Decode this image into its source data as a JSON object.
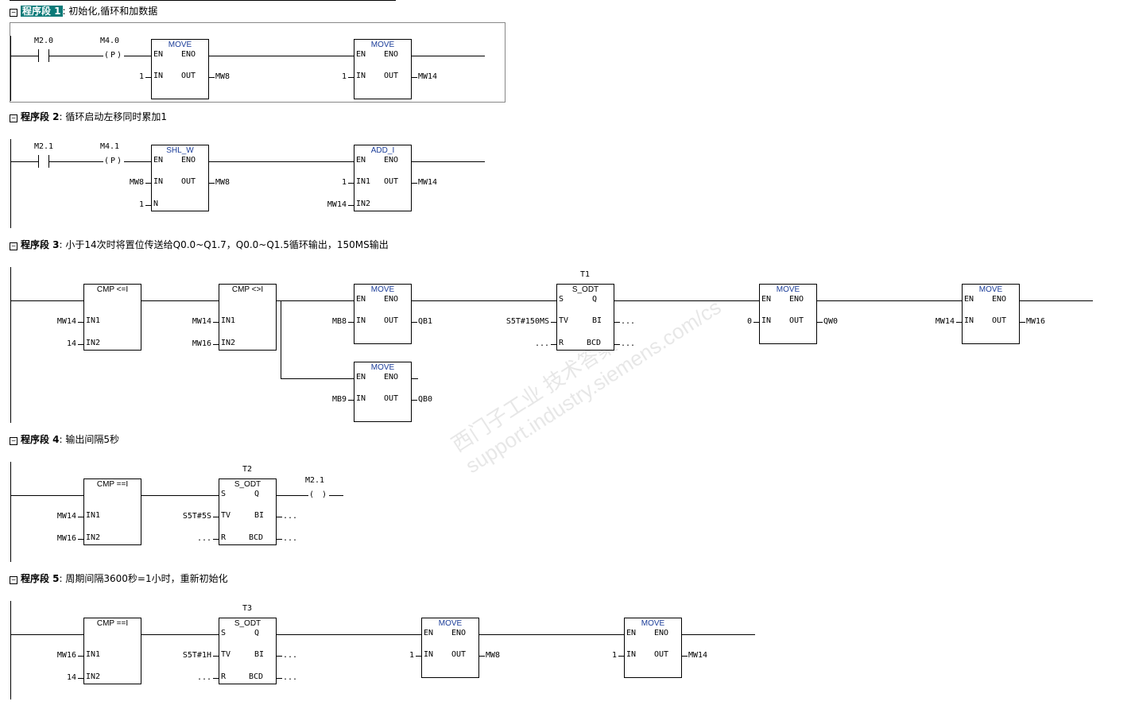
{
  "watermark": {
    "line1": "西门子工业 技术答案",
    "line2": "support.industry.siemens.com/cs"
  },
  "networks": [
    {
      "label": "程序段 1",
      "desc": ": 初始化,循环和加数据",
      "selected": true,
      "elements": [
        {
          "type": "contact",
          "addr": "M2.0"
        },
        {
          "type": "pcoil",
          "addr": "M4.0",
          "sym": "(P)"
        },
        {
          "type": "box",
          "title": "MOVE",
          "left": [
            {
              "pin": "EN",
              "ext": ""
            },
            {
              "pin": "IN",
              "ext": "1"
            }
          ],
          "right": [
            {
              "pin": "ENO",
              "ext": ""
            },
            {
              "pin": "OUT",
              "ext": "MW8"
            }
          ]
        },
        {
          "type": "box",
          "title": "MOVE",
          "left": [
            {
              "pin": "EN",
              "ext": ""
            },
            {
              "pin": "IN",
              "ext": "1"
            }
          ],
          "right": [
            {
              "pin": "ENO",
              "ext": ""
            },
            {
              "pin": "OUT",
              "ext": "MW14"
            }
          ]
        }
      ]
    },
    {
      "label": "程序段 2",
      "desc": ": 循环启动左移同时累加1",
      "selected": false,
      "elements": [
        {
          "type": "contact",
          "addr": "M2.1"
        },
        {
          "type": "pcoil",
          "addr": "M4.1",
          "sym": "(P)"
        },
        {
          "type": "box",
          "title": "SHL_W",
          "left": [
            {
              "pin": "EN",
              "ext": ""
            },
            {
              "pin": "IN",
              "ext": "MW8"
            },
            {
              "pin": "N",
              "ext": "1"
            }
          ],
          "right": [
            {
              "pin": "ENO",
              "ext": ""
            },
            {
              "pin": "OUT",
              "ext": "MW8"
            }
          ]
        },
        {
          "type": "box",
          "title": "ADD_I",
          "left": [
            {
              "pin": "EN",
              "ext": ""
            },
            {
              "pin": "IN1",
              "ext": "1"
            },
            {
              "pin": "IN2",
              "ext": "MW14"
            }
          ],
          "right": [
            {
              "pin": "ENO",
              "ext": ""
            },
            {
              "pin": "OUT",
              "ext": "MW14"
            }
          ]
        }
      ]
    },
    {
      "label": "程序段 3",
      "desc": ": 小于14次时将置位传送给Q0.0~Q1.7，Q0.0~Q1.5循环输出，150MS输出",
      "selected": false,
      "elements": [
        {
          "type": "box",
          "title": "CMP <=I",
          "left": [
            {
              "pin": "",
              "ext": ""
            },
            {
              "pin": "IN1",
              "ext": "MW14"
            },
            {
              "pin": "IN2",
              "ext": "14"
            }
          ],
          "right": []
        },
        {
          "type": "box",
          "title": "CMP <>I",
          "left": [
            {
              "pin": "",
              "ext": ""
            },
            {
              "pin": "IN1",
              "ext": "MW14"
            },
            {
              "pin": "IN2",
              "ext": "MW16"
            }
          ],
          "right": []
        },
        {
          "type": "box",
          "title": "MOVE",
          "left": [
            {
              "pin": "EN",
              "ext": ""
            },
            {
              "pin": "IN",
              "ext": "MB8"
            }
          ],
          "right": [
            {
              "pin": "ENO",
              "ext": ""
            },
            {
              "pin": "OUT",
              "ext": "QB1"
            }
          ]
        },
        {
          "type": "box",
          "title": "MOVE",
          "left": [
            {
              "pin": "EN",
              "ext": ""
            },
            {
              "pin": "IN",
              "ext": "MB9"
            }
          ],
          "right": [
            {
              "pin": "ENO",
              "ext": ""
            },
            {
              "pin": "OUT",
              "ext": "QB0"
            }
          ]
        },
        {
          "type": "box",
          "title": "S_ODT",
          "timer": "T1",
          "left": [
            {
              "pin": "S",
              "ext": ""
            },
            {
              "pin": "TV",
              "ext": "S5T#150MS"
            },
            {
              "pin": "R",
              "ext": "..."
            }
          ],
          "right": [
            {
              "pin": "Q",
              "ext": ""
            },
            {
              "pin": "BI",
              "ext": "..."
            },
            {
              "pin": "BCD",
              "ext": "..."
            }
          ]
        },
        {
          "type": "box",
          "title": "MOVE",
          "left": [
            {
              "pin": "EN",
              "ext": ""
            },
            {
              "pin": "IN",
              "ext": "0"
            }
          ],
          "right": [
            {
              "pin": "ENO",
              "ext": ""
            },
            {
              "pin": "OUT",
              "ext": "QW0"
            }
          ]
        },
        {
          "type": "box",
          "title": "MOVE",
          "left": [
            {
              "pin": "EN",
              "ext": ""
            },
            {
              "pin": "IN",
              "ext": "MW14"
            }
          ],
          "right": [
            {
              "pin": "ENO",
              "ext": ""
            },
            {
              "pin": "OUT",
              "ext": "MW16"
            }
          ]
        }
      ]
    },
    {
      "label": "程序段 4",
      "desc": ": 输出间隔5秒",
      "selected": false,
      "elements": [
        {
          "type": "box",
          "title": "CMP ==I",
          "left": [
            {
              "pin": "",
              "ext": ""
            },
            {
              "pin": "IN1",
              "ext": "MW14"
            },
            {
              "pin": "IN2",
              "ext": "MW16"
            }
          ],
          "right": []
        },
        {
          "type": "box",
          "title": "S_ODT",
          "timer": "T2",
          "left": [
            {
              "pin": "S",
              "ext": ""
            },
            {
              "pin": "TV",
              "ext": "S5T#5S"
            },
            {
              "pin": "R",
              "ext": "..."
            }
          ],
          "right": [
            {
              "pin": "Q",
              "ext": ""
            },
            {
              "pin": "BI",
              "ext": "..."
            },
            {
              "pin": "BCD",
              "ext": "..."
            }
          ]
        },
        {
          "type": "coil",
          "addr": "M2.1",
          "sym": "( )"
        }
      ]
    },
    {
      "label": "程序段 5",
      "desc": ": 周期间隔3600秒=1小时，重新初始化",
      "selected": false,
      "elements": [
        {
          "type": "box",
          "title": "CMP ==I",
          "left": [
            {
              "pin": "",
              "ext": ""
            },
            {
              "pin": "IN1",
              "ext": "MW16"
            },
            {
              "pin": "IN2",
              "ext": "14"
            }
          ],
          "right": []
        },
        {
          "type": "box",
          "title": "S_ODT",
          "timer": "T3",
          "left": [
            {
              "pin": "S",
              "ext": ""
            },
            {
              "pin": "TV",
              "ext": "S5T#1H"
            },
            {
              "pin": "R",
              "ext": "..."
            }
          ],
          "right": [
            {
              "pin": "Q",
              "ext": ""
            },
            {
              "pin": "BI",
              "ext": "..."
            },
            {
              "pin": "BCD",
              "ext": "..."
            }
          ]
        },
        {
          "type": "box",
          "title": "MOVE",
          "left": [
            {
              "pin": "EN",
              "ext": ""
            },
            {
              "pin": "IN",
              "ext": "1"
            }
          ],
          "right": [
            {
              "pin": "ENO",
              "ext": ""
            },
            {
              "pin": "OUT",
              "ext": "MW8"
            }
          ]
        },
        {
          "type": "box",
          "title": "MOVE",
          "left": [
            {
              "pin": "EN",
              "ext": ""
            },
            {
              "pin": "IN",
              "ext": "1"
            }
          ],
          "right": [
            {
              "pin": "ENO",
              "ext": ""
            },
            {
              "pin": "OUT",
              "ext": "MW14"
            }
          ]
        }
      ]
    }
  ]
}
